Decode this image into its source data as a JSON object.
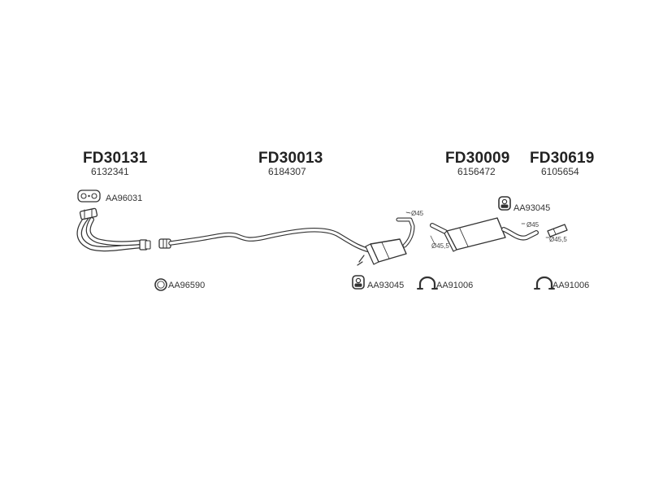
{
  "parts": [
    {
      "code": "FD30131",
      "oe": "6132341"
    },
    {
      "code": "FD30013",
      "oe": "6184307"
    },
    {
      "code": "FD30009",
      "oe": "6156472"
    },
    {
      "code": "FD30619",
      "oe": "6105654"
    }
  ],
  "accessories": {
    "gasket": "AA96031",
    "ring": "AA96590",
    "hanger_top": "AA93045",
    "hanger_mid": "AA93045",
    "clamp_mid": "AA91006",
    "clamp_right": "AA91006"
  },
  "dimensions": {
    "d1": "Ø45",
    "d2": "Ø45,5",
    "d3": "Ø45",
    "d4": "Ø45,5"
  }
}
